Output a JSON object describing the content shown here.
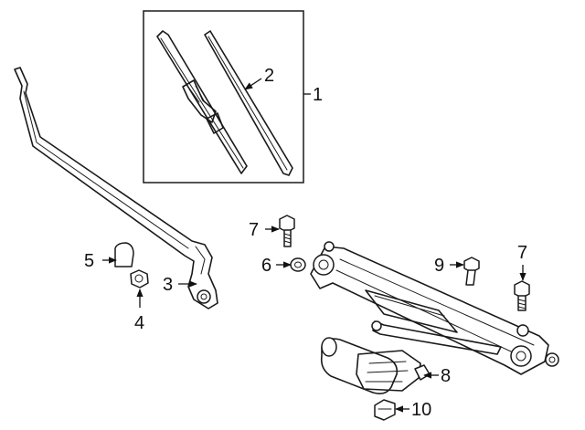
{
  "diagram": {
    "callouts": {
      "c1": "1",
      "c2": "2",
      "c3": "3",
      "c4": "4",
      "c5": "5",
      "c6": "6",
      "c7a": "7",
      "c7b": "7",
      "c8": "8",
      "c9": "9",
      "c10": "10"
    },
    "colors": {
      "line": "#1a1a1a",
      "background": "#ffffff"
    }
  }
}
